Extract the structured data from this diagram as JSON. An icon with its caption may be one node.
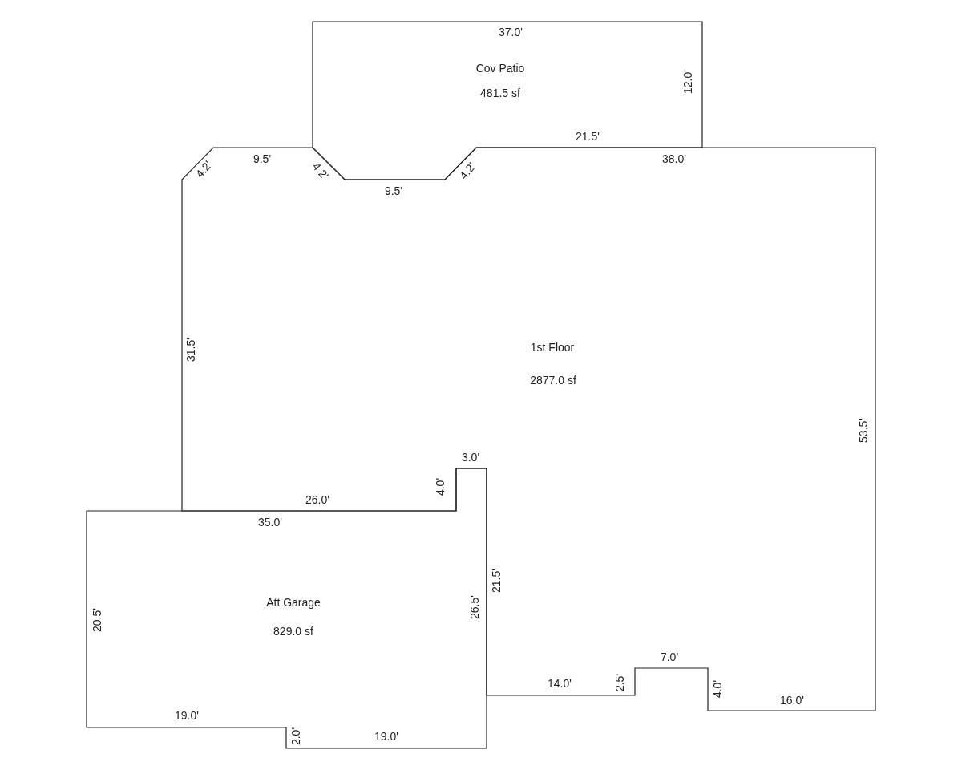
{
  "diagram": {
    "nodes": [
      {
        "text": [
          "Cov Patio",
          "481.5 sf"
        ]
      },
      {
        "text": [
          "1st Floor",
          "2877.0 sf"
        ]
      },
      {
        "text": [
          "Att Garage",
          "829.0 sf"
        ]
      }
    ],
    "labels": [
      "37.0'",
      "12.0'",
      "21.5'",
      "9.5'",
      "38.0'",
      "4.2'",
      "4.2'",
      "4.2'",
      "9.5'",
      "31.5'",
      "53.5'",
      "3.0'",
      "4.0'",
      "26.0'",
      "35.0'",
      "21.5'",
      "26.5'",
      "20.5'",
      "7.0'",
      "14.0'",
      "2.5'",
      "4.0'",
      "16.0'",
      "19.0'",
      "2.0'",
      "19.0'"
    ]
  }
}
